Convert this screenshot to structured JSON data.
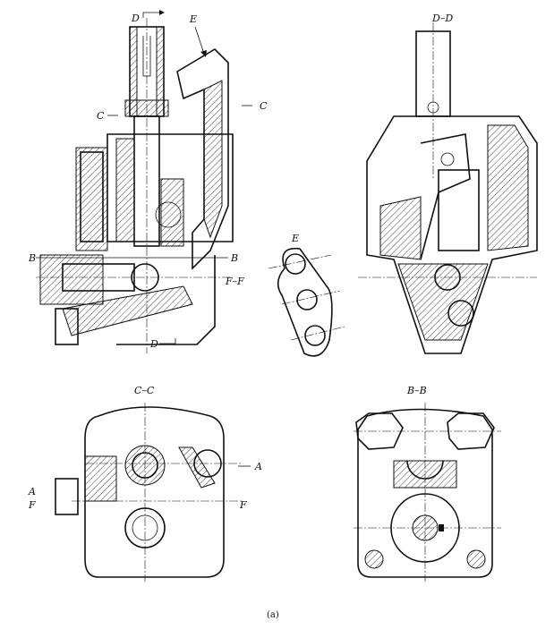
{
  "figure": {
    "caption": "(a)",
    "main_view": {
      "labels": {
        "section_d_top": "D",
        "view_e_arrow": "E",
        "section_c_left": "C",
        "section_c_right": "C",
        "section_b_left": "B",
        "section_b_right": "B",
        "section_ff": "F–F",
        "section_d_bottom": "D"
      }
    },
    "view_e": {
      "title": "E"
    },
    "view_dd": {
      "title": "D–D"
    },
    "view_cc": {
      "title": "C–C",
      "labels": {
        "a_right": "A",
        "a_left": "A",
        "f_left": "F",
        "f_right": "F"
      }
    },
    "view_bb": {
      "title": "B–B"
    }
  }
}
